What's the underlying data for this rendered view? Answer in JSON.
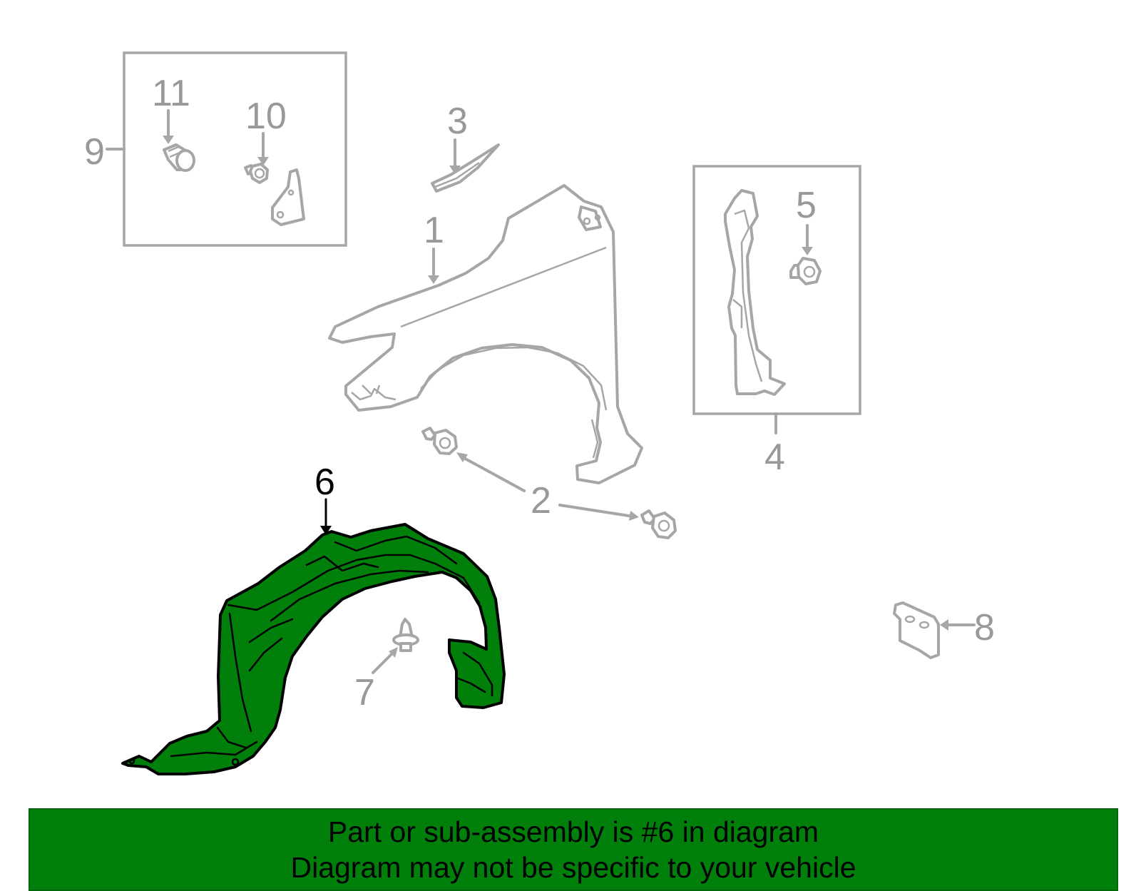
{
  "callouts": {
    "c1": "1",
    "c2": "2",
    "c3": "3",
    "c4": "4",
    "c5": "5",
    "c6": "6",
    "c7": "7",
    "c8": "8",
    "c9": "9",
    "c10": "10",
    "c11": "11"
  },
  "highlighted_part": "6",
  "banner": {
    "line1": "Part or sub-assembly is #6 in diagram",
    "line2": "Diagram may not be specific to your vehicle"
  },
  "colors": {
    "highlight": "#00800b",
    "banner": "#00800b",
    "part_outline": "#a6a6a6",
    "callout_text": "#999999",
    "highlight_callout_text": "#000000"
  }
}
